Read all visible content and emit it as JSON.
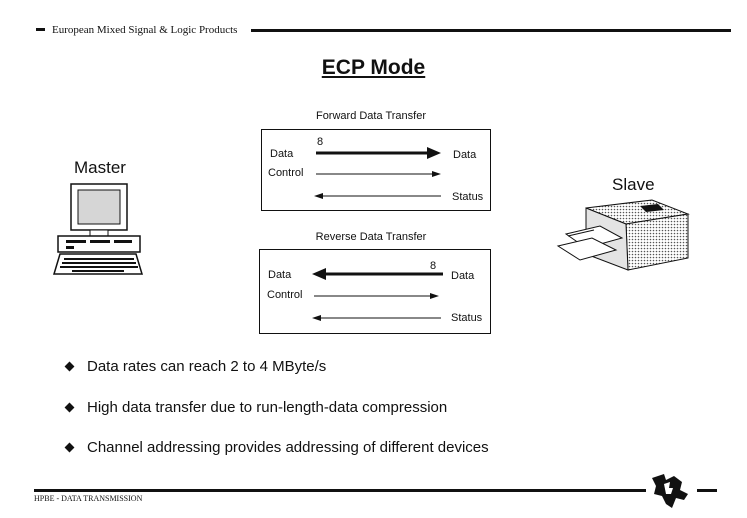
{
  "header": {
    "text": "European Mixed Signal & Logic Products"
  },
  "title": "ECP Mode",
  "forward": {
    "title": "Forward Data Transfer",
    "bus_width": "8",
    "left_labels": [
      "Data",
      "Control"
    ],
    "right_labels": [
      "Data",
      "Status"
    ]
  },
  "reverse": {
    "title": "Reverse Data Transfer",
    "bus_width": "8",
    "left_labels": [
      "Data",
      "Control"
    ],
    "right_labels": [
      "Data",
      "Status"
    ]
  },
  "devices": {
    "master": "Master",
    "slave": "Slave"
  },
  "bullets": [
    "Data rates can reach 2 to 4 MByte/s",
    "High data transfer due to run-length-data compression",
    "Channel addressing provides addressing of different devices"
  ],
  "footer": {
    "text": "HPBE - DATA TRANSMISSION"
  }
}
